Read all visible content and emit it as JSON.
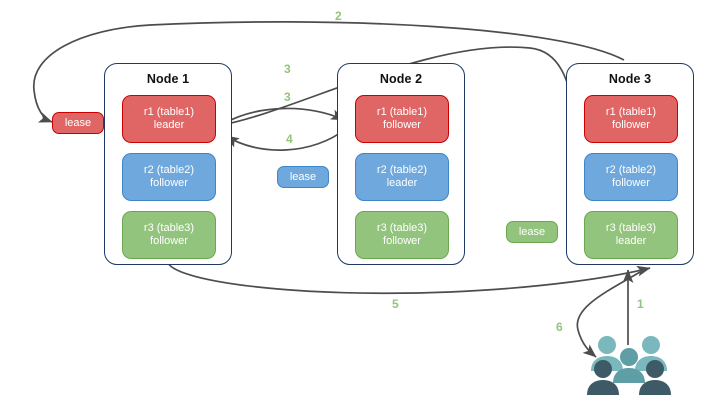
{
  "diagram": {
    "title": "Raft multi-replica lease diagram",
    "colors": {
      "red_fill": "#e06666",
      "red_border": "#cc0000",
      "blue_fill": "#6fa8dc",
      "blue_border": "#3d85c6",
      "green_fill": "#93c47d",
      "green_border": "#6aa84f",
      "node_border": "#1f3864",
      "edge": "#4d4d4d",
      "label": "#93c47d",
      "people_light": "#7ab8bd",
      "people_mid": "#5f9ea4",
      "people_dark": "#3d5a66"
    }
  },
  "nodes": [
    {
      "title": "Node 1",
      "replicas": [
        {
          "line1": "r1 (table1)",
          "line2": "leader",
          "color": "red"
        },
        {
          "line1": "r2 (table2)",
          "line2": "follower",
          "color": "blue"
        },
        {
          "line1": "r3 (table3)",
          "line2": "follower",
          "color": "green"
        }
      ]
    },
    {
      "title": "Node 2",
      "replicas": [
        {
          "line1": "r1 (table1)",
          "line2": "follower",
          "color": "red"
        },
        {
          "line1": "r2 (table2)",
          "line2": "leader",
          "color": "blue"
        },
        {
          "line1": "r3 (table3)",
          "line2": "follower",
          "color": "green"
        }
      ]
    },
    {
      "title": "Node 3",
      "replicas": [
        {
          "line1": "r1 (table1)",
          "line2": "follower",
          "color": "red"
        },
        {
          "line1": "r2 (table2)",
          "line2": "follower",
          "color": "blue"
        },
        {
          "line1": "r3 (table3)",
          "line2": "leader",
          "color": "green"
        }
      ]
    }
  ],
  "leases": [
    {
      "label": "lease",
      "color": "red"
    },
    {
      "label": "lease",
      "color": "blue"
    },
    {
      "label": "lease",
      "color": "green"
    }
  ],
  "edge_labels": [
    {
      "text": "1"
    },
    {
      "text": "2"
    },
    {
      "text": "3"
    },
    {
      "text": "3"
    },
    {
      "text": "4"
    },
    {
      "text": "5"
    },
    {
      "text": "6"
    }
  ],
  "people": {
    "name": "users-group-icon",
    "count": 5
  }
}
